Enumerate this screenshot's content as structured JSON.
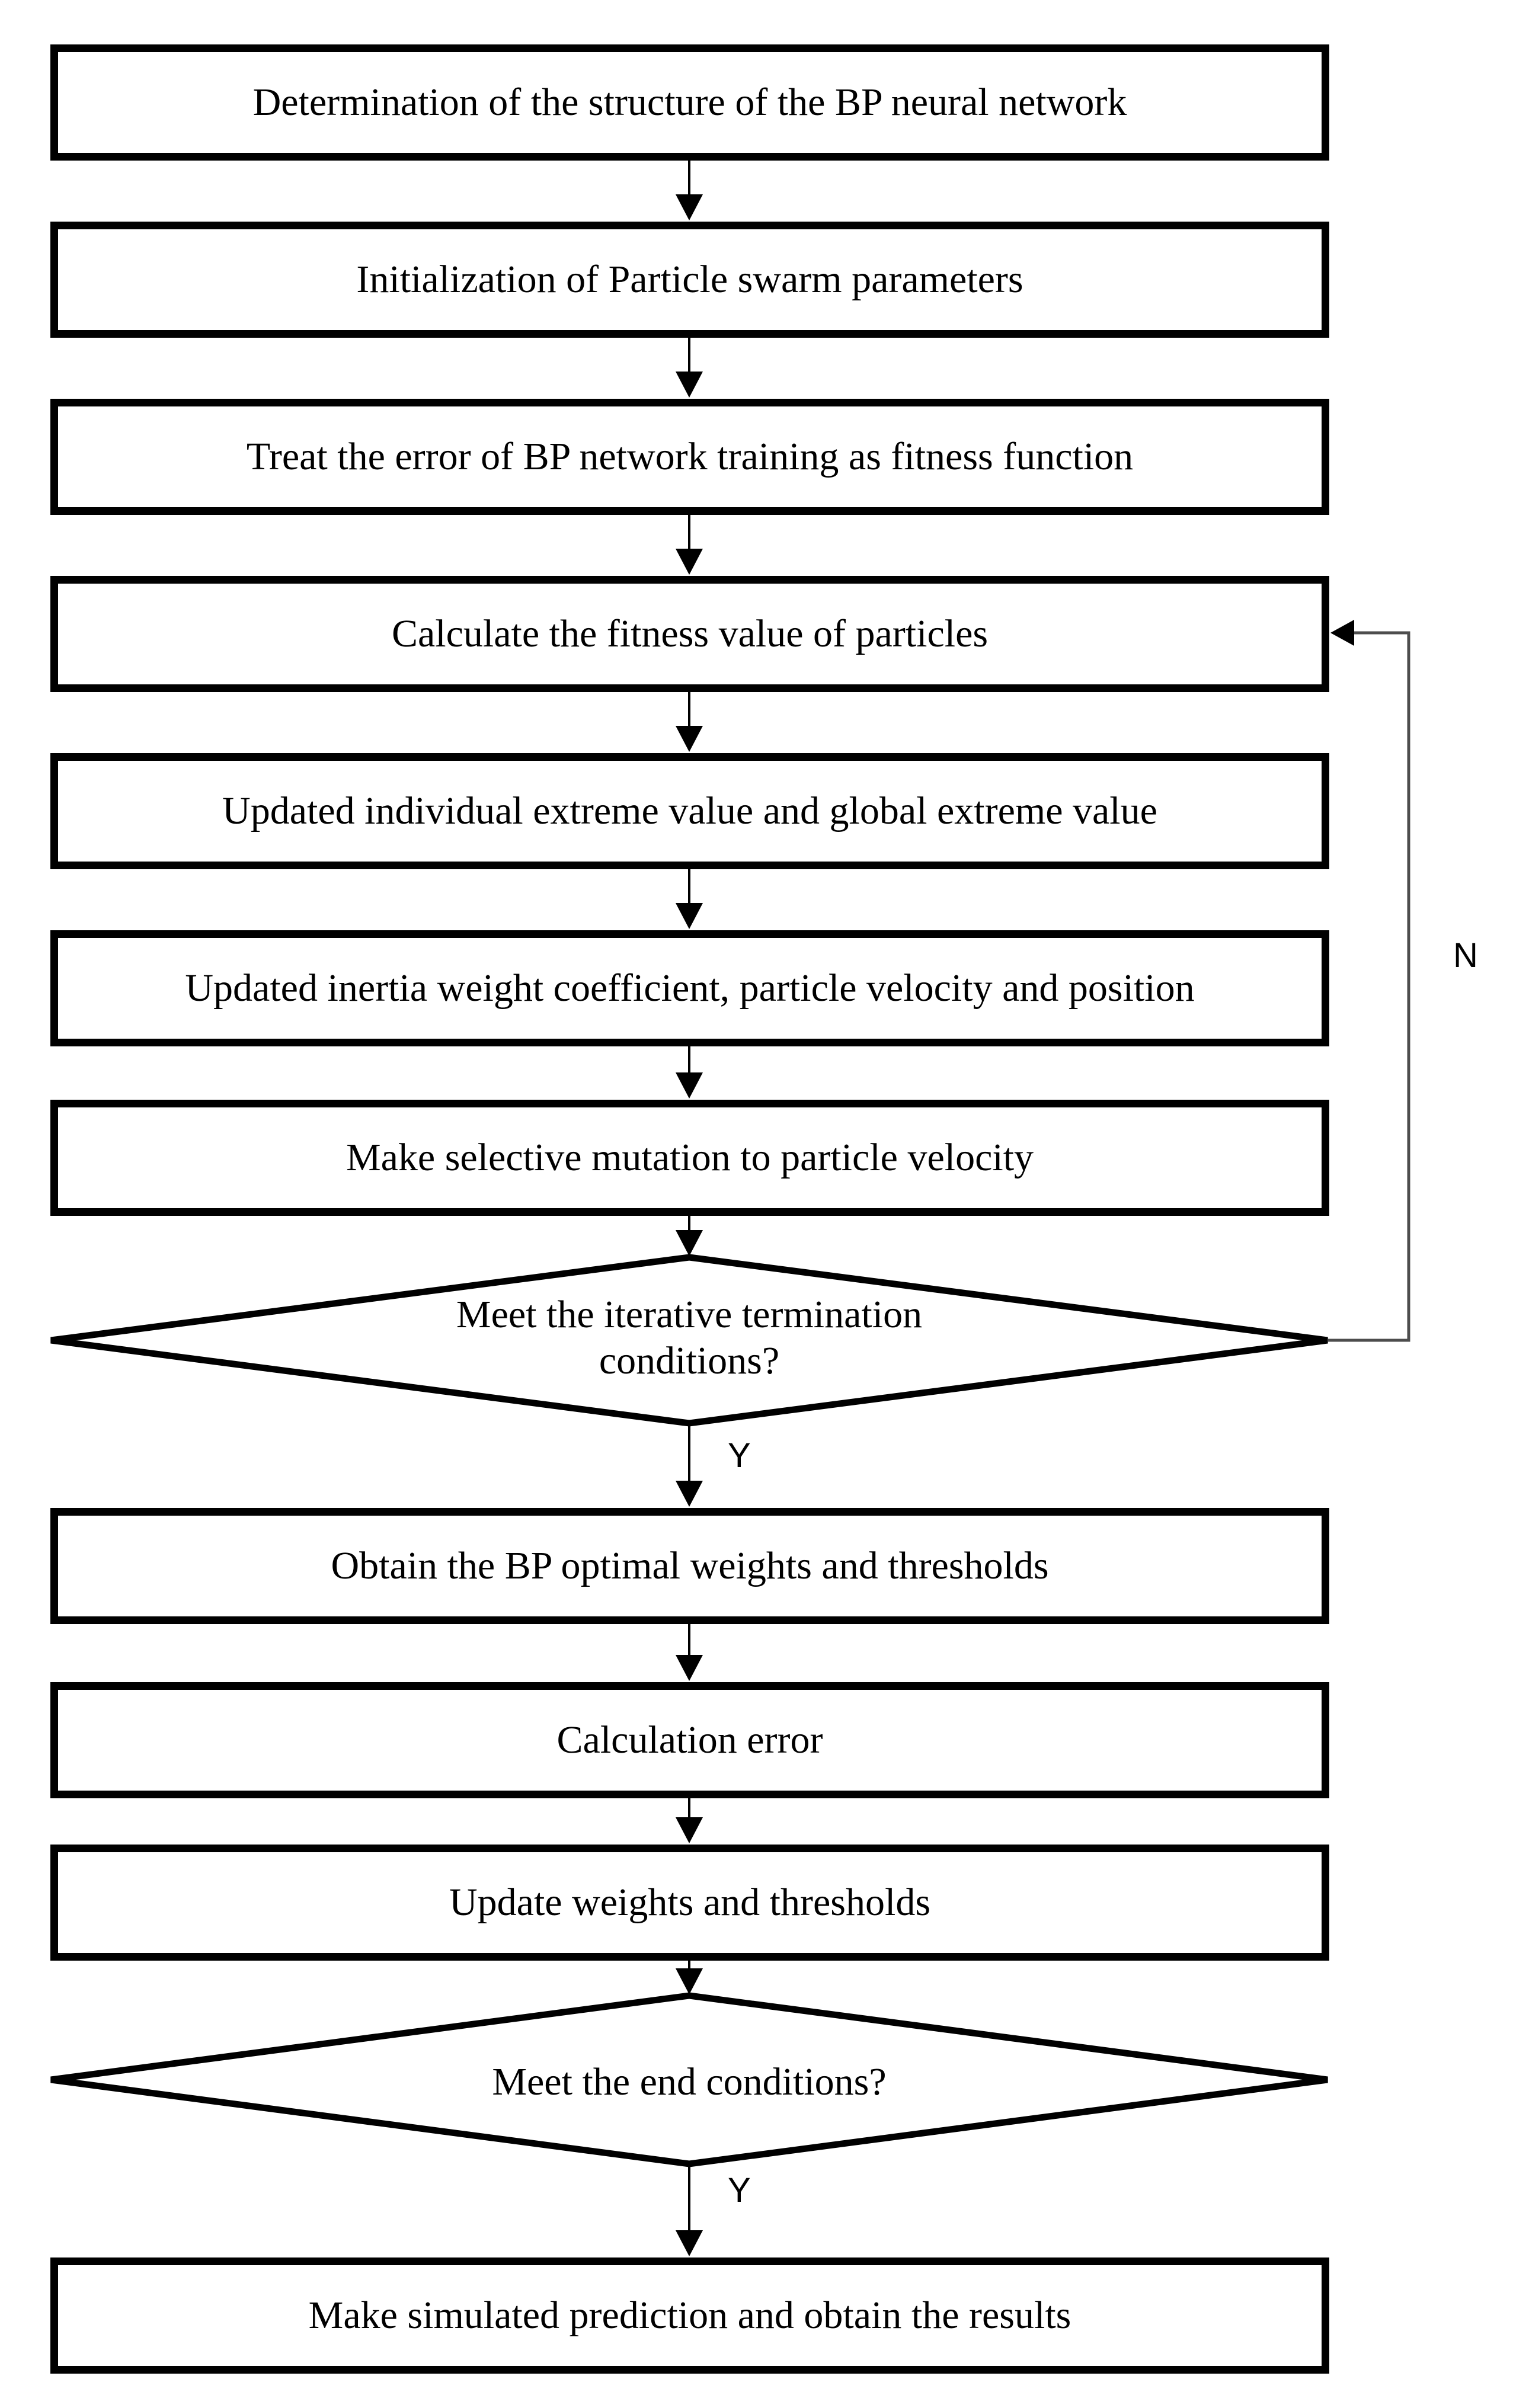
{
  "diagram": {
    "type": "flowchart",
    "colors": {
      "ink": "#000000",
      "background": "#ffffff",
      "loop_line": "#4d4d4d"
    },
    "nodes": [
      {
        "id": "determine-structure",
        "type": "process",
        "label": "Determination of the structure of the BP neural network"
      },
      {
        "id": "init-swarm",
        "type": "process",
        "label": "Initialization of Particle swarm parameters"
      },
      {
        "id": "fitness-function",
        "type": "process",
        "label": "Treat the error of BP network training as fitness function"
      },
      {
        "id": "calc-fitness",
        "type": "process",
        "label": "Calculate the fitness value of particles"
      },
      {
        "id": "update-extremes",
        "type": "process",
        "label": "Updated individual extreme value and global extreme value"
      },
      {
        "id": "update-inertia",
        "type": "process",
        "label": "Updated inertia weight coefficient, particle velocity and position"
      },
      {
        "id": "mutation",
        "type": "process",
        "label": "Make selective mutation to particle velocity"
      },
      {
        "id": "iter-termination",
        "type": "decision",
        "label": "Meet the iterative termination conditions?",
        "yes_label": "Y",
        "no_label": "N"
      },
      {
        "id": "optimal-weights",
        "type": "process",
        "label": "Obtain the BP optimal weights and thresholds"
      },
      {
        "id": "calc-error",
        "type": "process",
        "label": "Calculation error"
      },
      {
        "id": "update-weights",
        "type": "process",
        "label": "Update weights and thresholds"
      },
      {
        "id": "end-conditions",
        "type": "decision",
        "label": "Meet the end conditions?",
        "yes_label": "Y"
      },
      {
        "id": "simulate",
        "type": "process",
        "label": "Make simulated prediction and obtain the results"
      }
    ]
  }
}
